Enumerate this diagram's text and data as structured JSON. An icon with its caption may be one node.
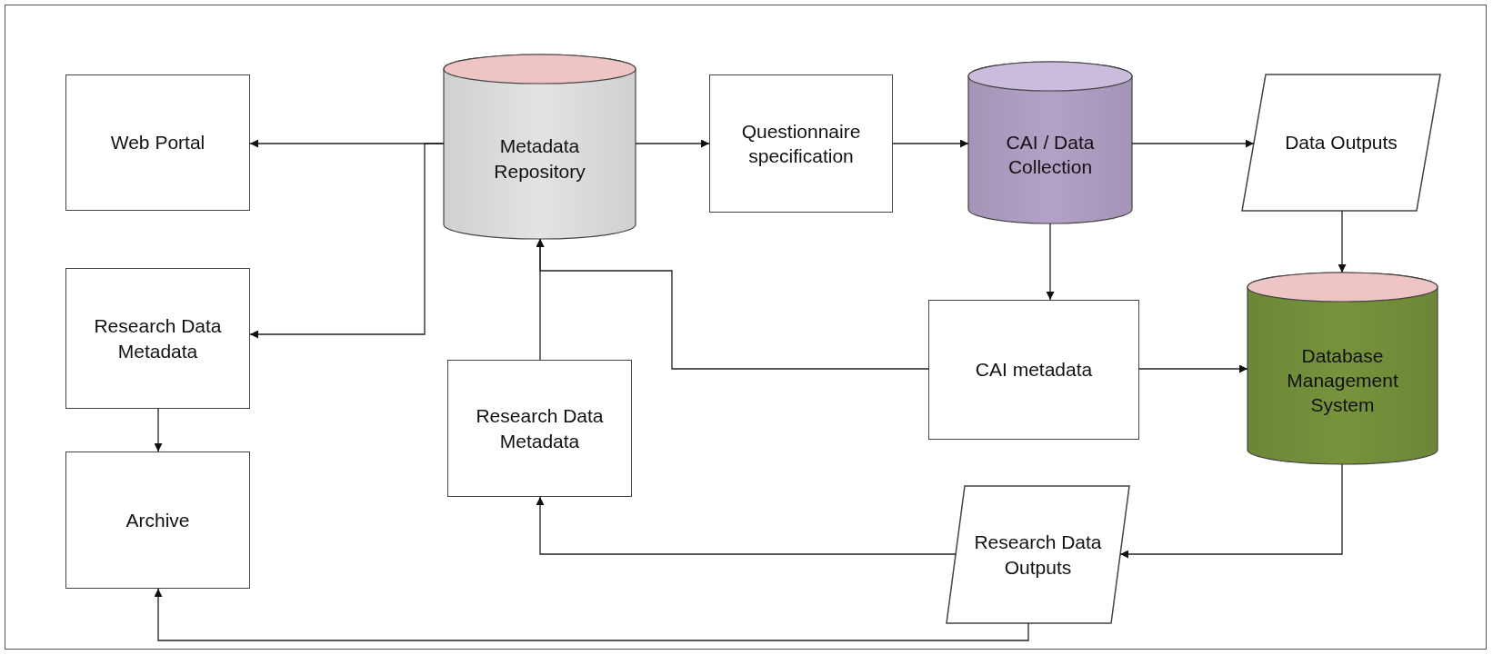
{
  "diagram": {
    "nodes": [
      {
        "text": [
          "Web Portal"
        ]
      },
      {
        "text": [
          "Metadata Repository"
        ]
      },
      {
        "text": [
          "Questionnaire specification"
        ]
      },
      {
        "text": [
          "CAI / Data Collection"
        ]
      },
      {
        "text": [
          "Data Outputs"
        ]
      },
      {
        "text": [
          "Research Data Metadata"
        ]
      },
      {
        "text": [
          "CAI metadata"
        ]
      },
      {
        "text": [
          "Database Management System"
        ]
      },
      {
        "text": [
          "Research Data Metadata"
        ]
      },
      {
        "text": [
          "Archive"
        ]
      },
      {
        "text": [
          "Research Data Outputs"
        ]
      }
    ],
    "edges": [
      {
        "from": 1,
        "to": 0,
        "arrow": "to"
      },
      {
        "from": 1,
        "to": 5,
        "arrow": "to"
      },
      {
        "from": 1,
        "to": 2,
        "arrow": "to"
      },
      {
        "from": 2,
        "to": 3,
        "arrow": "to"
      },
      {
        "from": 3,
        "to": 4,
        "arrow": "to"
      },
      {
        "from": 3,
        "to": 6,
        "arrow": "to"
      },
      {
        "from": 4,
        "to": 7,
        "arrow": "to"
      },
      {
        "from": 6,
        "to": 7,
        "arrow": "to"
      },
      {
        "from": 6,
        "to": 1,
        "arrow": "to"
      },
      {
        "from": 8,
        "to": 1,
        "arrow": "to"
      },
      {
        "from": 5,
        "to": 9,
        "arrow": "to"
      },
      {
        "from": 7,
        "to": 10,
        "arrow": "to"
      },
      {
        "from": 10,
        "to": 8,
        "arrow": "to"
      },
      {
        "from": 10,
        "to": 9,
        "arrow": "to"
      }
    ]
  }
}
